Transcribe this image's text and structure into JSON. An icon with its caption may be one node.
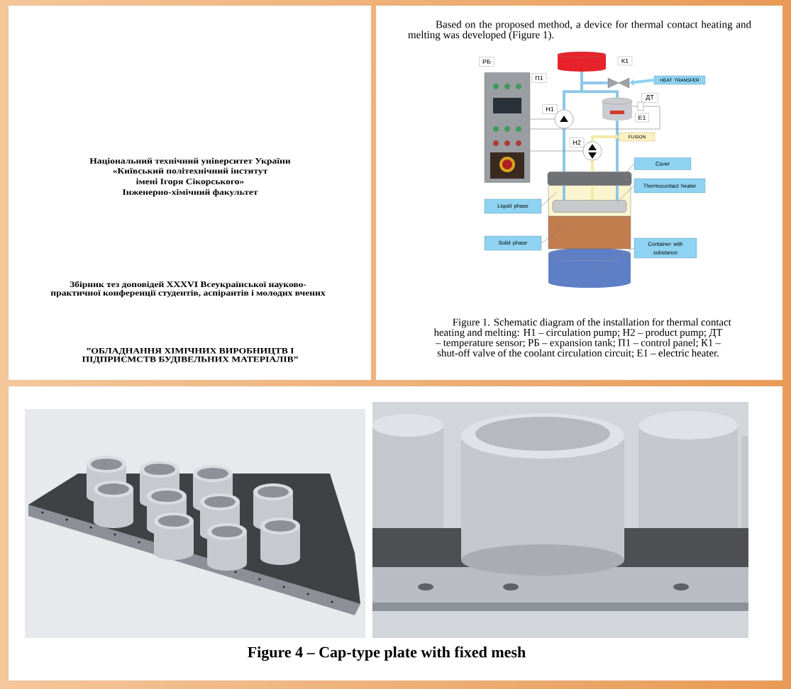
{
  "diagram": {
    "caption": "Figure 4 – Cap-type plate with fixed mesh",
    "nodes": [
      {
        "text": [
          "РБ"
        ]
      },
      {
        "text": [],
        "shape": "cylinder"
      },
      {
        "text": [
          "К1"
        ]
      },
      {
        "text": [],
        "shape": "valve"
      },
      {
        "text": [
          "HEAT TRANSFER"
        ]
      },
      {
        "text": [
          "П1"
        ]
      },
      {
        "text": [],
        "shape": "picture"
      },
      {
        "text": [
          "Н1"
        ]
      },
      {
        "text": [],
        "shape": "circle"
      },
      {
        "text": [
          "ДТ"
        ]
      },
      {
        "text": [],
        "shape": "box"
      },
      {
        "text": [],
        "shape": "cylinder"
      },
      {
        "text": [
          "Е1"
        ]
      },
      {
        "text": [
          "FUSION"
        ]
      },
      {
        "text": [
          "Н2"
        ]
      },
      {
        "text": [],
        "shape": "circle"
      },
      {
        "text": [
          "Cover"
        ]
      },
      {
        "text": [],
        "shape": "box"
      },
      {
        "text": [
          "Thermocontact heater"
        ]
      },
      {
        "text": [],
        "shape": "box",
        "in": 21
      },
      {
        "text": [
          "Liquid phase"
        ]
      },
      {
        "text": [],
        "shape": "box"
      },
      {
        "text": [
          "Solid phase"
        ]
      },
      {
        "text": [],
        "shape": "box"
      },
      {
        "text": [
          "Container with substance"
        ]
      },
      {
        "text": [],
        "shape": "cylinder"
      }
    ],
    "edges": [
      {
        "from": 4,
        "to": 3,
        "arrow": "to",
        "color": "#8ed3f1"
      },
      {
        "from": 3,
        "to": 1,
        "arrow": "none",
        "color": "#8fc6e6"
      },
      {
        "from": 1,
        "to": 8,
        "arrow": "none",
        "color": "#8fc6e6"
      },
      {
        "from": 1,
        "to": 11,
        "arrow": "none",
        "color": "#8fc6e6"
      },
      {
        "from": 8,
        "to": 17,
        "arrow": "none",
        "color": "#8fc6e6"
      },
      {
        "from": 11,
        "to": 17,
        "arrow": "none",
        "color": "#8fc6e6"
      },
      {
        "from": 15,
        "to": 13,
        "arrow": "to",
        "color": "#f3eaa6"
      },
      {
        "from": 15,
        "to": 17,
        "arrow": "none",
        "color": "#f3eaa6"
      },
      {
        "from": 17,
        "to": 19,
        "arrow": "none",
        "color": "#8fc6e6"
      },
      {
        "from": 17,
        "to": 19,
        "arrow": "none",
        "color": "#8fc6e6"
      },
      {
        "from": 17,
        "to": 19,
        "arrow": "none",
        "color": "#f3eaa6"
      },
      {
        "from": 6,
        "to": 8,
        "arrow": "none"
      },
      {
        "from": 6,
        "to": 15,
        "arrow": "none"
      },
      {
        "from": 6,
        "to": 10,
        "arrow": "none"
      },
      {
        "from": 10,
        "to": 11,
        "arrow": "none"
      },
      {
        "from": 16,
        "to": 17,
        "arrow": "none"
      },
      {
        "from": 18,
        "to": 19,
        "arrow": "none"
      },
      {
        "from": 20,
        "to": 21,
        "arrow": "none"
      },
      {
        "from": 22,
        "to": 23,
        "arrow": "none"
      },
      {
        "from": 24,
        "to": 25,
        "arrow": "none"
      }
    ],
    "labels": [
      "Національний технічний університет України",
      "«Київський політехнічний інститут",
      "імені Ігоря Сікорського»",
      "Інженерно-хімічний факультет",
      "Збірник тез доповідей XXXVI Всеукраїнської науково-практичної конференції студентів, аспірантів і молодих вчених",
      "”ОБЛАДНАННЯ ХІМІЧНИХ ВИРОБНИЦТВ І ПІДПРИЄМСТВ БУДІВЕЛЬНИХ МАТЕРІАЛІВ”",
      "Based on the proposed method, a device for thermal contact heating and melting was developed (Figure 1).",
      "Figure 1. Schematic diagram of the installation for thermal contact heating and melting: Н1 – circulation pump; Н2 – product pump; ДТ – temperature sensor; РБ – expansion tank; П1 – control panel; К1 – shut-off valve of the coolant circulation circuit; Е1 – electric heater."
    ]
  }
}
